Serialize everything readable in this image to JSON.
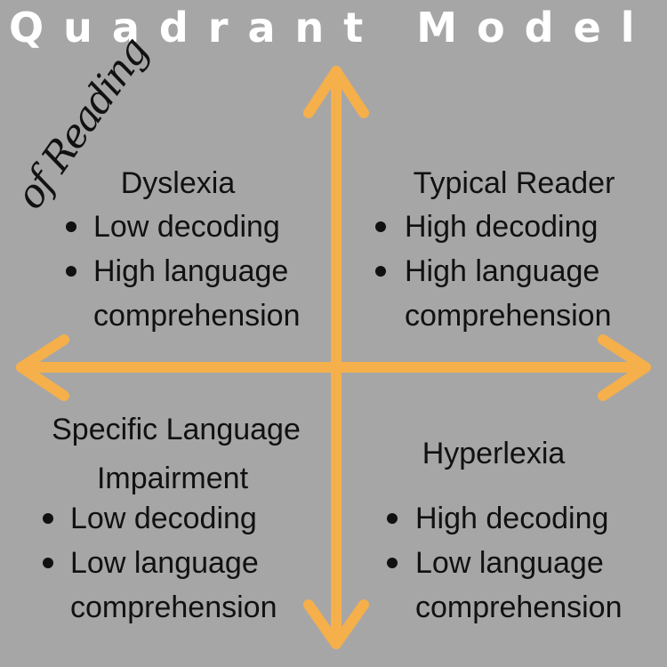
{
  "title": "Quadrant Model",
  "subtitle_handwritten": "of Reading",
  "colors": {
    "background": "#a6a6a6",
    "arrow": "#f5b04b",
    "title": "#ffffff",
    "text": "#111111"
  },
  "quadrants": {
    "top_left": {
      "heading": "Dyslexia",
      "bullets": [
        "Low decoding",
        "High language"
      ],
      "continuation": "comprehension"
    },
    "top_right": {
      "heading": "Typical Reader",
      "bullets": [
        "High decoding",
        "High language"
      ],
      "continuation": "comprehension"
    },
    "bottom_left": {
      "heading_line1": "Specific Language",
      "heading_line2": "Impairment",
      "bullets": [
        "Low decoding",
        "Low language"
      ],
      "continuation": "comprehension"
    },
    "bottom_right": {
      "heading": "Hyperlexia",
      "bullets": [
        "High decoding",
        "Low language"
      ],
      "continuation": "comprehension"
    }
  }
}
